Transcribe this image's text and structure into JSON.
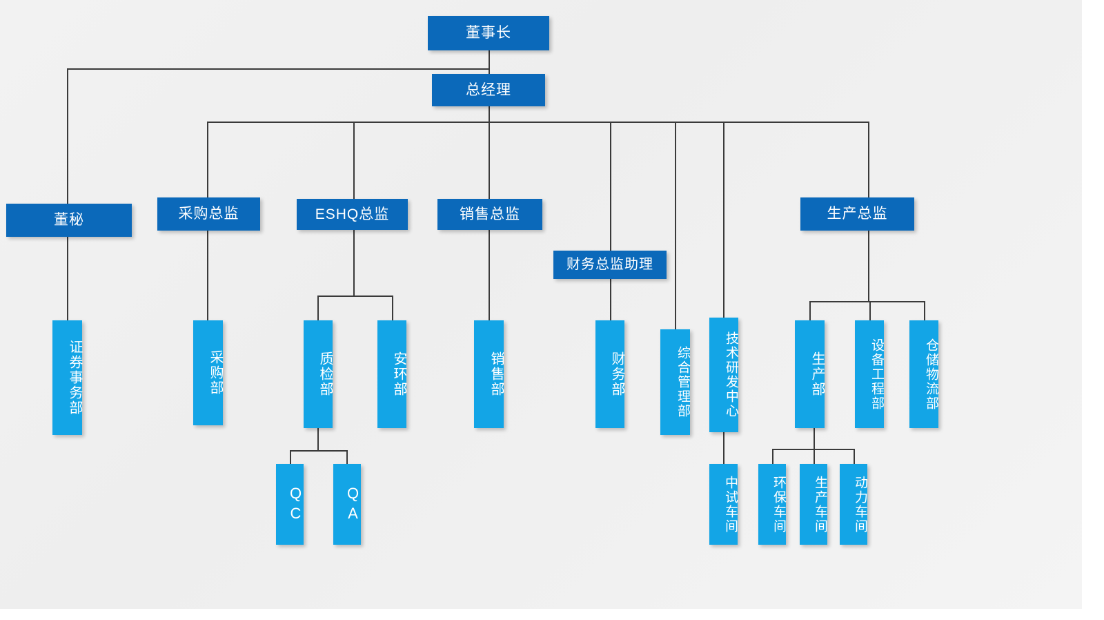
{
  "chart": {
    "type": "org-chart",
    "title": "",
    "palette": {
      "level_box_fill": "#0b69ba",
      "leaf_box_fill": "#13a5e6",
      "connector": "#3a3a3a",
      "background": "#f1f1f1",
      "text": "#ffffff"
    },
    "nodes": {
      "chairman": "董事长",
      "general_manager": "总经理",
      "board_secretary": "董秘",
      "purchasing_director": "采购总监",
      "eshq_director": "ESHQ总监",
      "sales_director": "销售总监",
      "finance_director_assistant": "财务总监助理",
      "production_director": "生产总监",
      "securities_affairs_dept": "证券事务部",
      "purchasing_dept": "采购部",
      "quality_inspection_dept": "质检部",
      "safety_environment_dept": "安环部",
      "sales_dept": "销售部",
      "finance_dept": "财务部",
      "general_management_dept": "综合管理部",
      "rnd_center": "技术研发中心",
      "production_dept": "生产部",
      "equipment_engineering_dept": "设备工程部",
      "warehouse_logistics_dept": "仓储物流部",
      "qc": "QC",
      "qa": "QA",
      "pilot_workshop": "中试车间",
      "environmental_workshop": "环保车间",
      "production_workshop": "生产车间",
      "power_workshop": "动力车间"
    },
    "hierarchy": [
      {
        "id": "chairman",
        "parent": null
      },
      {
        "id": "general_manager",
        "parent": "chairman"
      },
      {
        "id": "board_secretary",
        "parent": "chairman"
      },
      {
        "id": "purchasing_director",
        "parent": "general_manager"
      },
      {
        "id": "eshq_director",
        "parent": "general_manager"
      },
      {
        "id": "sales_director",
        "parent": "general_manager"
      },
      {
        "id": "finance_director_assistant",
        "parent": "general_manager"
      },
      {
        "id": "general_management_dept",
        "parent": "general_manager"
      },
      {
        "id": "rnd_center",
        "parent": "general_manager"
      },
      {
        "id": "production_director",
        "parent": "general_manager"
      },
      {
        "id": "securities_affairs_dept",
        "parent": "board_secretary"
      },
      {
        "id": "purchasing_dept",
        "parent": "purchasing_director"
      },
      {
        "id": "quality_inspection_dept",
        "parent": "eshq_director"
      },
      {
        "id": "safety_environment_dept",
        "parent": "eshq_director"
      },
      {
        "id": "sales_dept",
        "parent": "sales_director"
      },
      {
        "id": "finance_dept",
        "parent": "finance_director_assistant"
      },
      {
        "id": "production_dept",
        "parent": "production_director"
      },
      {
        "id": "equipment_engineering_dept",
        "parent": "production_director"
      },
      {
        "id": "warehouse_logistics_dept",
        "parent": "production_director"
      },
      {
        "id": "qc",
        "parent": "quality_inspection_dept"
      },
      {
        "id": "qa",
        "parent": "quality_inspection_dept"
      },
      {
        "id": "pilot_workshop",
        "parent": "rnd_center"
      },
      {
        "id": "environmental_workshop",
        "parent": "production_dept"
      },
      {
        "id": "production_workshop",
        "parent": "production_dept"
      },
      {
        "id": "power_workshop",
        "parent": "production_dept"
      }
    ]
  }
}
